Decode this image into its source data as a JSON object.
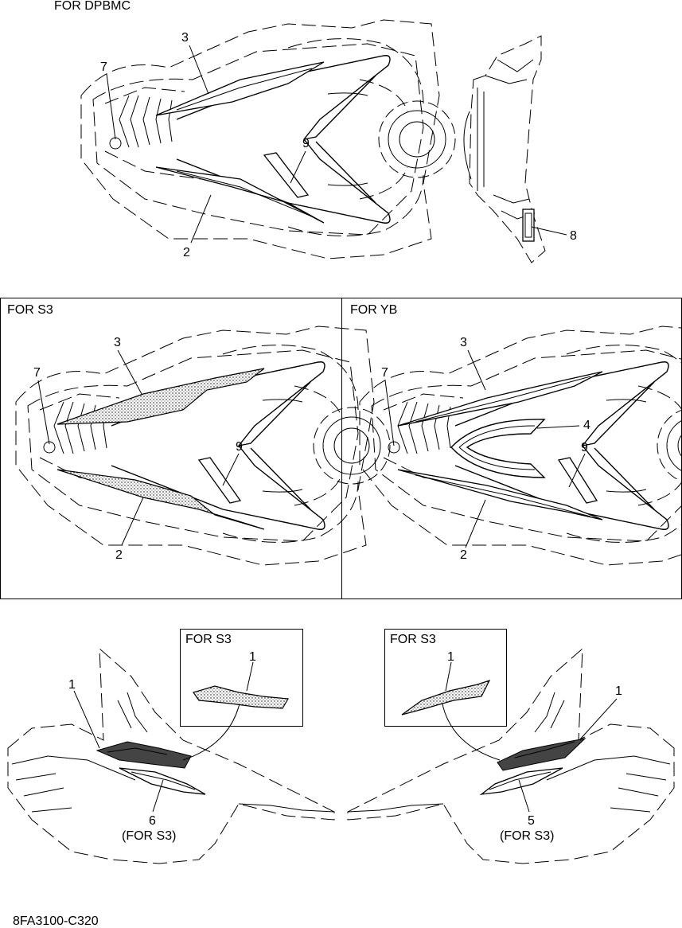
{
  "sections": {
    "top": {
      "header": "FOR DPBMC"
    },
    "mid_left": {
      "header": "FOR S3"
    },
    "mid_right": {
      "header": "FOR YB"
    },
    "inset_left": {
      "header": "FOR S3"
    },
    "inset_right": {
      "header": "FOR S3"
    }
  },
  "callouts": {
    "top": {
      "c7": "7",
      "c3": "3",
      "c9": "9",
      "c2": "2",
      "c8": "8"
    },
    "mid_left": {
      "c3": "3",
      "c7": "7",
      "c9": "9",
      "c2": "2"
    },
    "mid_right": {
      "c3": "3",
      "c7": "7",
      "c4": "4",
      "c9": "9",
      "c2": "2"
    },
    "bottom_left": {
      "c1": "1",
      "inset_c1": "1",
      "c6": "6",
      "c6_note": "(FOR S3)"
    },
    "bottom_right": {
      "c1": "1",
      "inset_c1": "1",
      "c5": "5",
      "c5_note": "(FOR S3)"
    }
  },
  "footer": {
    "code": "8FA3100-C320"
  }
}
